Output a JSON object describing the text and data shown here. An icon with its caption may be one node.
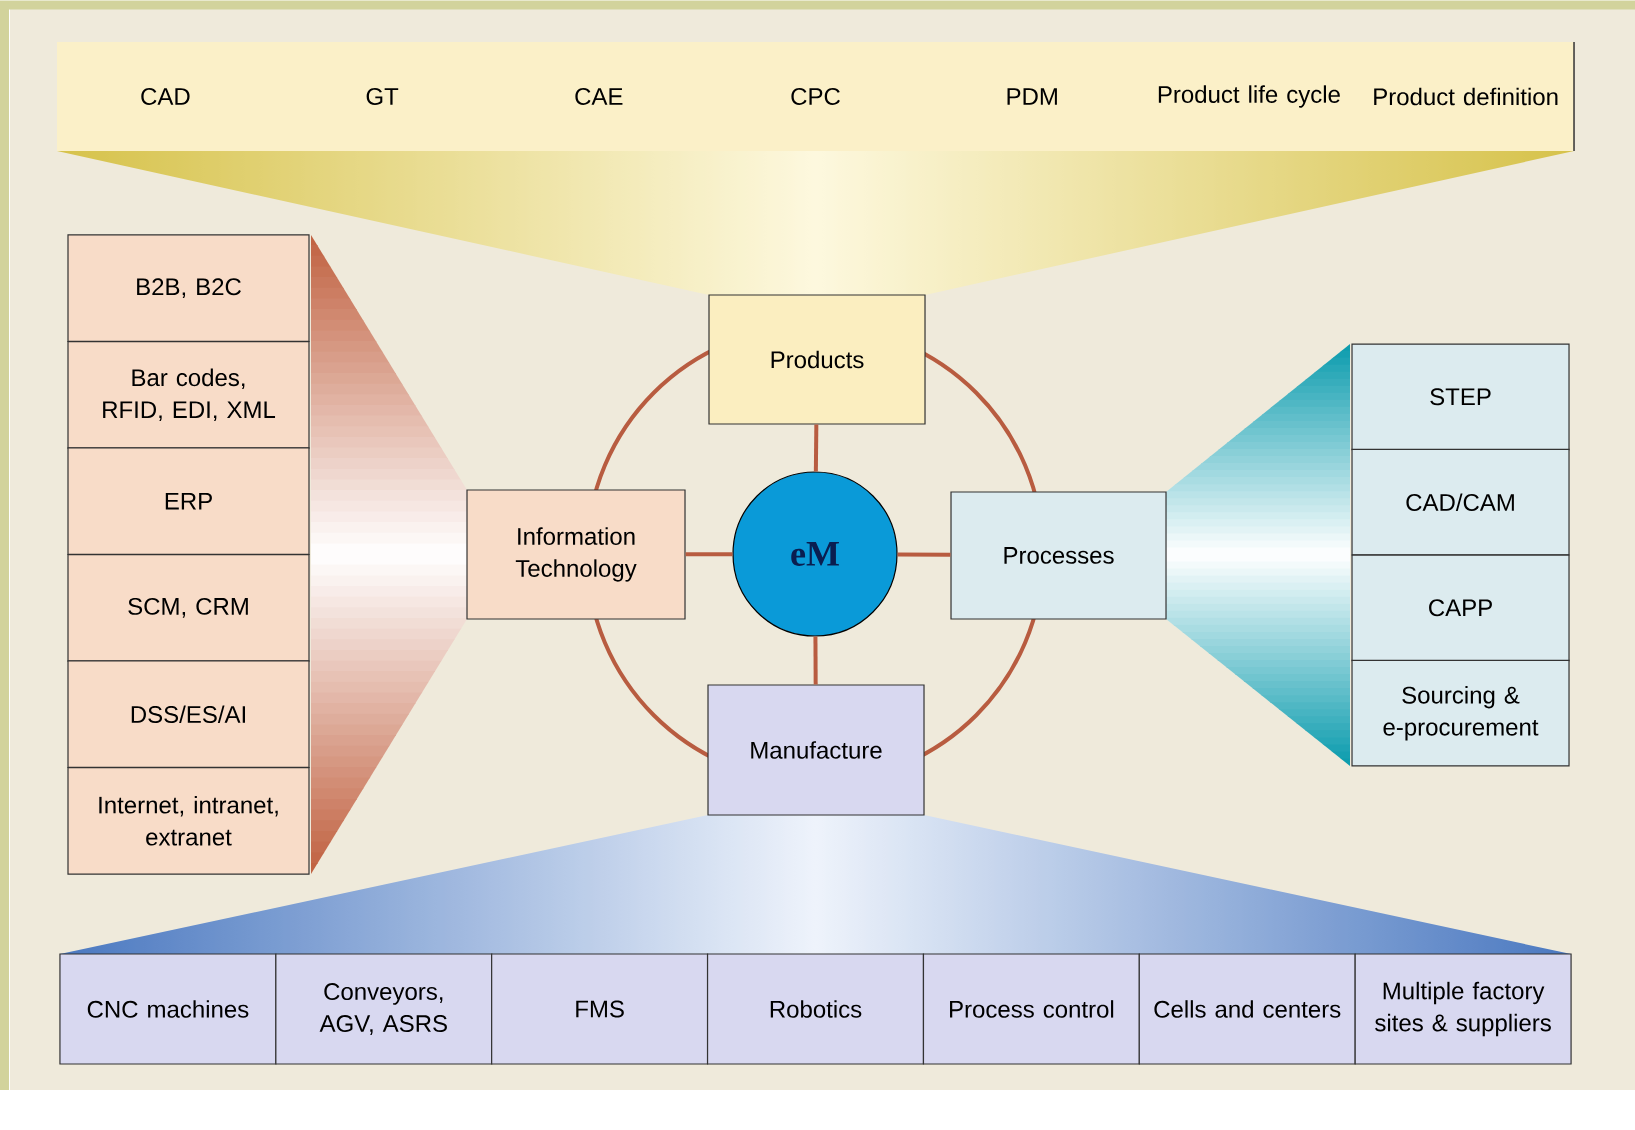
{
  "diagram": {
    "nodes": [
      {
        "text": [
          "CAD"
        ]
      },
      {
        "text": [
          "GT"
        ]
      },
      {
        "text": [
          "CAE"
        ]
      },
      {
        "text": [
          "CPC"
        ]
      },
      {
        "text": [
          "PDM"
        ]
      },
      {
        "text": [
          "Product life cycle"
        ]
      },
      {
        "text": [
          "Product definition"
        ]
      },
      {
        "text": [
          "Products"
        ]
      },
      {
        "text": [
          "B2B, B2C"
        ]
      },
      {
        "text": [
          "Bar codes, RFID, EDI, XML"
        ]
      },
      {
        "text": [
          "ERP"
        ]
      },
      {
        "text": [
          "SCM, CRM"
        ]
      },
      {
        "text": [
          "DSS/ES/AI"
        ]
      },
      {
        "text": [
          "Internet, intranet, extranet"
        ]
      },
      {
        "text": [
          "Information Technology"
        ]
      },
      {
        "text": [
          "eM"
        ]
      },
      {
        "text": [
          "Processes"
        ]
      },
      {
        "text": [
          "STEP"
        ]
      },
      {
        "text": [
          "CAD/CAM"
        ]
      },
      {
        "text": [
          "CAPP"
        ]
      },
      {
        "text": [
          "Sourcing & e-procurement"
        ]
      },
      {
        "text": [
          "Manufacture"
        ]
      },
      {
        "text": [
          "CNC machines"
        ]
      },
      {
        "text": [
          "Conveyors, AGV, ASRS"
        ]
      },
      {
        "text": [
          "FMS"
        ]
      },
      {
        "text": [
          "Robotics"
        ]
      },
      {
        "text": [
          "Process control"
        ]
      },
      {
        "text": [
          "Cells and centers"
        ]
      },
      {
        "text": [
          "Multiple factory sites & suppliers"
        ]
      }
    ],
    "edges": [
      {
        "from": 15,
        "to": 7,
        "arrow": "none"
      },
      {
        "from": 15,
        "to": 14,
        "arrow": "none"
      },
      {
        "from": 15,
        "to": 16,
        "arrow": "none"
      },
      {
        "from": 15,
        "to": 21,
        "arrow": "none"
      }
    ]
  }
}
